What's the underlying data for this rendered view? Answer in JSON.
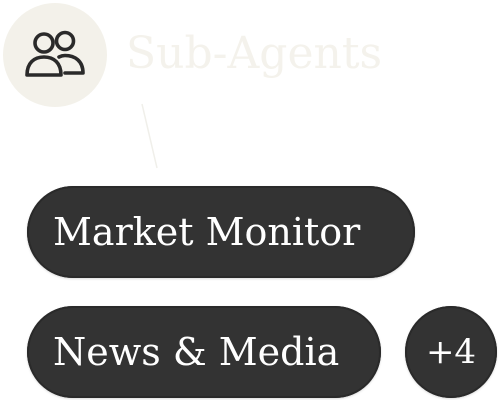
{
  "section": {
    "title": "Sub-Agents",
    "icon": "users-icon"
  },
  "agents": [
    {
      "label": "Market Monitor"
    },
    {
      "label": "News & Media"
    }
  ],
  "more_badge": {
    "label": "+4"
  },
  "colors": {
    "icon_bg": "#f3f1ea",
    "title_text": "#f4f2ec",
    "pill_bg": "#333333",
    "pill_text": "#ffffff"
  }
}
